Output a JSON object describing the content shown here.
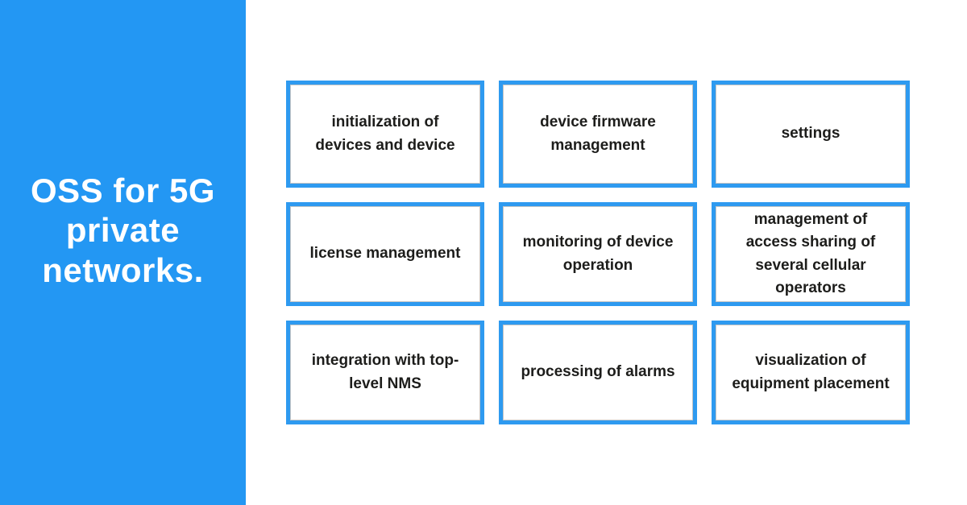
{
  "page": {
    "title": "OSS for 5G private networks."
  },
  "colors": {
    "accent_blue": "#2397F3",
    "box_border_blue": "#2E9AF0",
    "text_dark": "#1D1D1B",
    "background": "#FFFFFF",
    "title_text": "#FFFFFF"
  },
  "sidebar": {
    "title": "OSS for 5G private networks.",
    "title_lines": [
      "OSS for 5G",
      "private",
      "networks."
    ]
  },
  "grid": {
    "cells": [
      {
        "label": "initialization of devices and device"
      },
      {
        "label": "device firmware management"
      },
      {
        "label": "settings"
      },
      {
        "label": "license management"
      },
      {
        "label": "monitoring of device operation"
      },
      {
        "label": "management of access sharing of several cellular operators"
      },
      {
        "label": "integration with top-level NMS"
      },
      {
        "label": "processing of alarms"
      },
      {
        "label": "visualization of equipment placement"
      }
    ]
  }
}
